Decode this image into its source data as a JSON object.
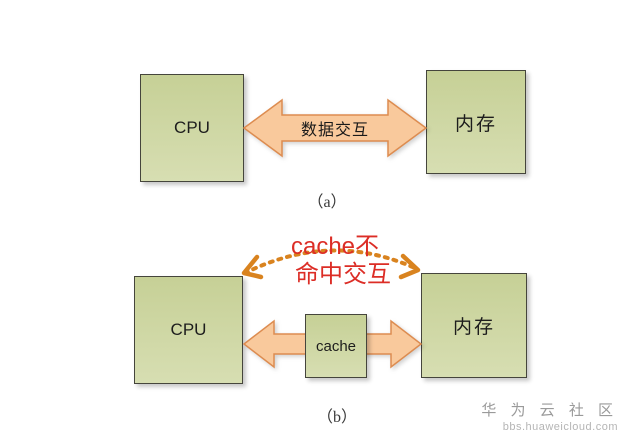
{
  "colors": {
    "box_fill_top": "#c6d096",
    "box_fill_bottom": "#d7deb2",
    "box_border": "#45453c",
    "arrow_fill": "#f9c99c",
    "arrow_border": "#dd8c50",
    "dashed_arrow": "#d9831f",
    "miss_text": "#dc2d26",
    "caption_text": "#3a3a3a",
    "watermark_text": "#9a9a9a"
  },
  "diagram_a": {
    "cpu_label": "CPU",
    "memory_label": "内存",
    "arrow_label": "数据交互",
    "caption": "（a）"
  },
  "diagram_b": {
    "cpu_label": "CPU",
    "cache_label": "cache",
    "memory_label": "内存",
    "miss_label_line1": "cache不",
    "miss_label_line2": "命中交互",
    "caption": "（b）"
  },
  "watermark": {
    "title": "华 为 云 社 区",
    "url": "bbs.huaweicloud.com"
  }
}
